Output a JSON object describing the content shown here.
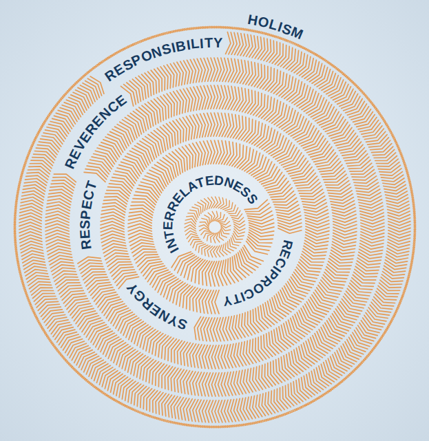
{
  "diagram": {
    "labels": [
      "HOLISM",
      "RESPONSIBILITY",
      "REVERENCE",
      "RESPECT",
      "SYNERGY",
      "RECIPROCITY",
      "INTERRELATEDNESS"
    ]
  }
}
